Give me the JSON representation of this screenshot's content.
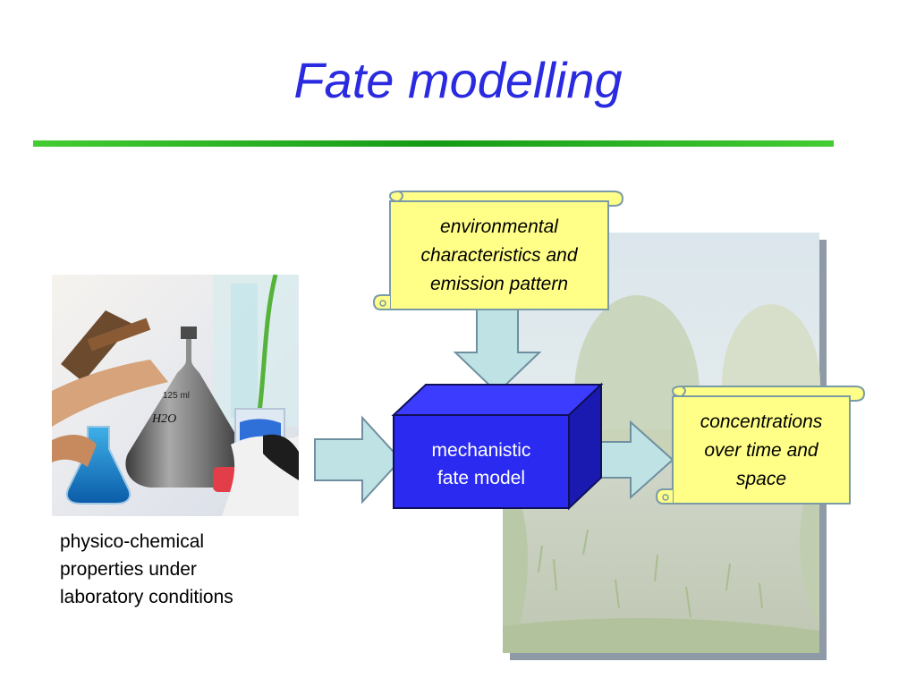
{
  "slide": {
    "title": "Fate modelling"
  },
  "lab_caption": {
    "lines": [
      "physico-chemical",
      "properties under",
      "laboratory conditions"
    ]
  },
  "environment_scroll": {
    "lines": [
      "environmental",
      "characteristics and",
      "emission pattern"
    ]
  },
  "model_box": {
    "lines": [
      "mechanistic",
      "fate model"
    ]
  },
  "output_scroll": {
    "lines": [
      "concentrations",
      "over time and",
      "space"
    ]
  },
  "lab_photo": {
    "flask_label_volume": "125 ml",
    "flask_label_formula": "H2O"
  },
  "colors": {
    "title": "#2a2ae0",
    "rule": "#159a15",
    "scroll_fill": "#ffff88",
    "scroll_stroke": "#7a9aa6",
    "arrow_fill": "#bfe3e5",
    "model_front": "#2a2af0",
    "model_top": "#3c3cff",
    "model_side": "#1a1ab0"
  },
  "icons": {
    "lab_photo": "laboratory-glassware-image",
    "field_photo": "waterside-landscape-image"
  }
}
